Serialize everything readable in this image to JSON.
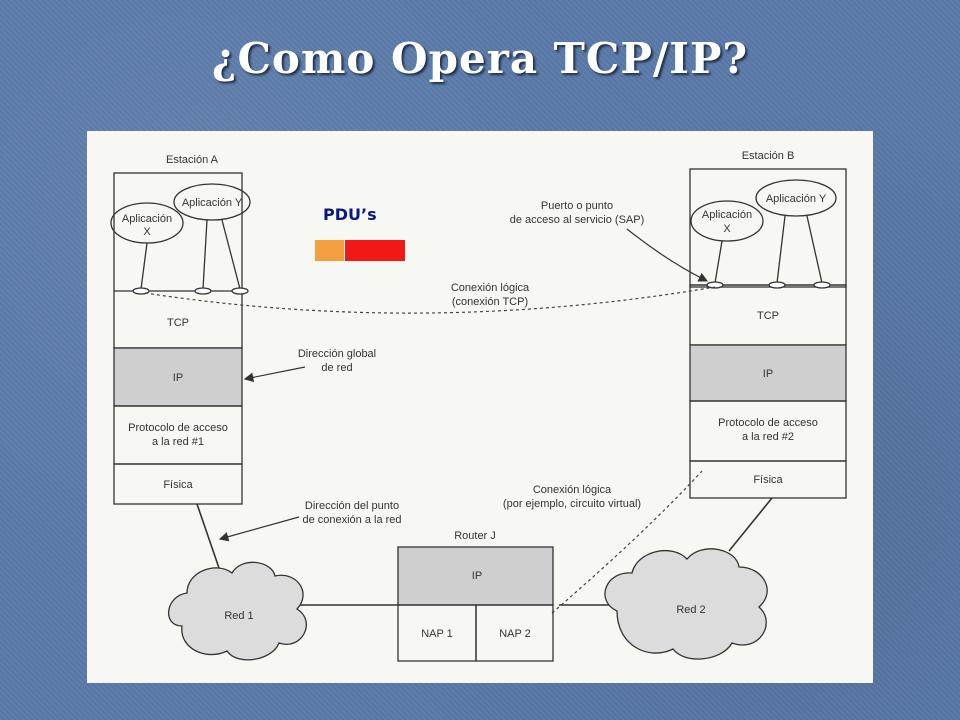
{
  "title": "¿Como Opera TCP/IP?",
  "colors": {
    "background": "#5a7aa8",
    "panel": "#f7f7f4",
    "pdu_header": "#f2a040",
    "pdu_body": "#f21818",
    "pdu_text": "#0a1a7a"
  },
  "diagram": {
    "pdu_label": "PDU’s",
    "station_a": {
      "title": "Estación A",
      "app_x": [
        "Aplicación",
        "X"
      ],
      "app_y": "Aplicación Y",
      "tcp": "TCP",
      "ip": "IP",
      "access": [
        "Protocolo de acceso",
        "a la red #1"
      ],
      "physical": "Física"
    },
    "station_b": {
      "title": "Estación B",
      "app_x": [
        "Aplicación",
        "X"
      ],
      "app_y": "Aplicación Y",
      "tcp": "TCP",
      "ip": "IP",
      "access": [
        "Protocolo de acceso",
        "a la red #2"
      ],
      "physical": "Física"
    },
    "annotations": {
      "sap": [
        "Puerto o punto",
        "de acceso al servicio (SAP)"
      ],
      "logical_tcp": [
        "Conexión lógica",
        "(conexión TCP)"
      ],
      "global_addr": [
        "Dirección global",
        "de red"
      ],
      "attach_point": [
        "Dirección del punto",
        "de conexión a la red"
      ],
      "logical_vc": [
        "Conexión lógica",
        "(por ejemplo, circuito virtual)"
      ]
    },
    "router": {
      "title": "Router J",
      "ip": "IP",
      "nap1": "NAP 1",
      "nap2": "NAP 2"
    },
    "network1": "Red 1",
    "network2": "Red 2"
  }
}
